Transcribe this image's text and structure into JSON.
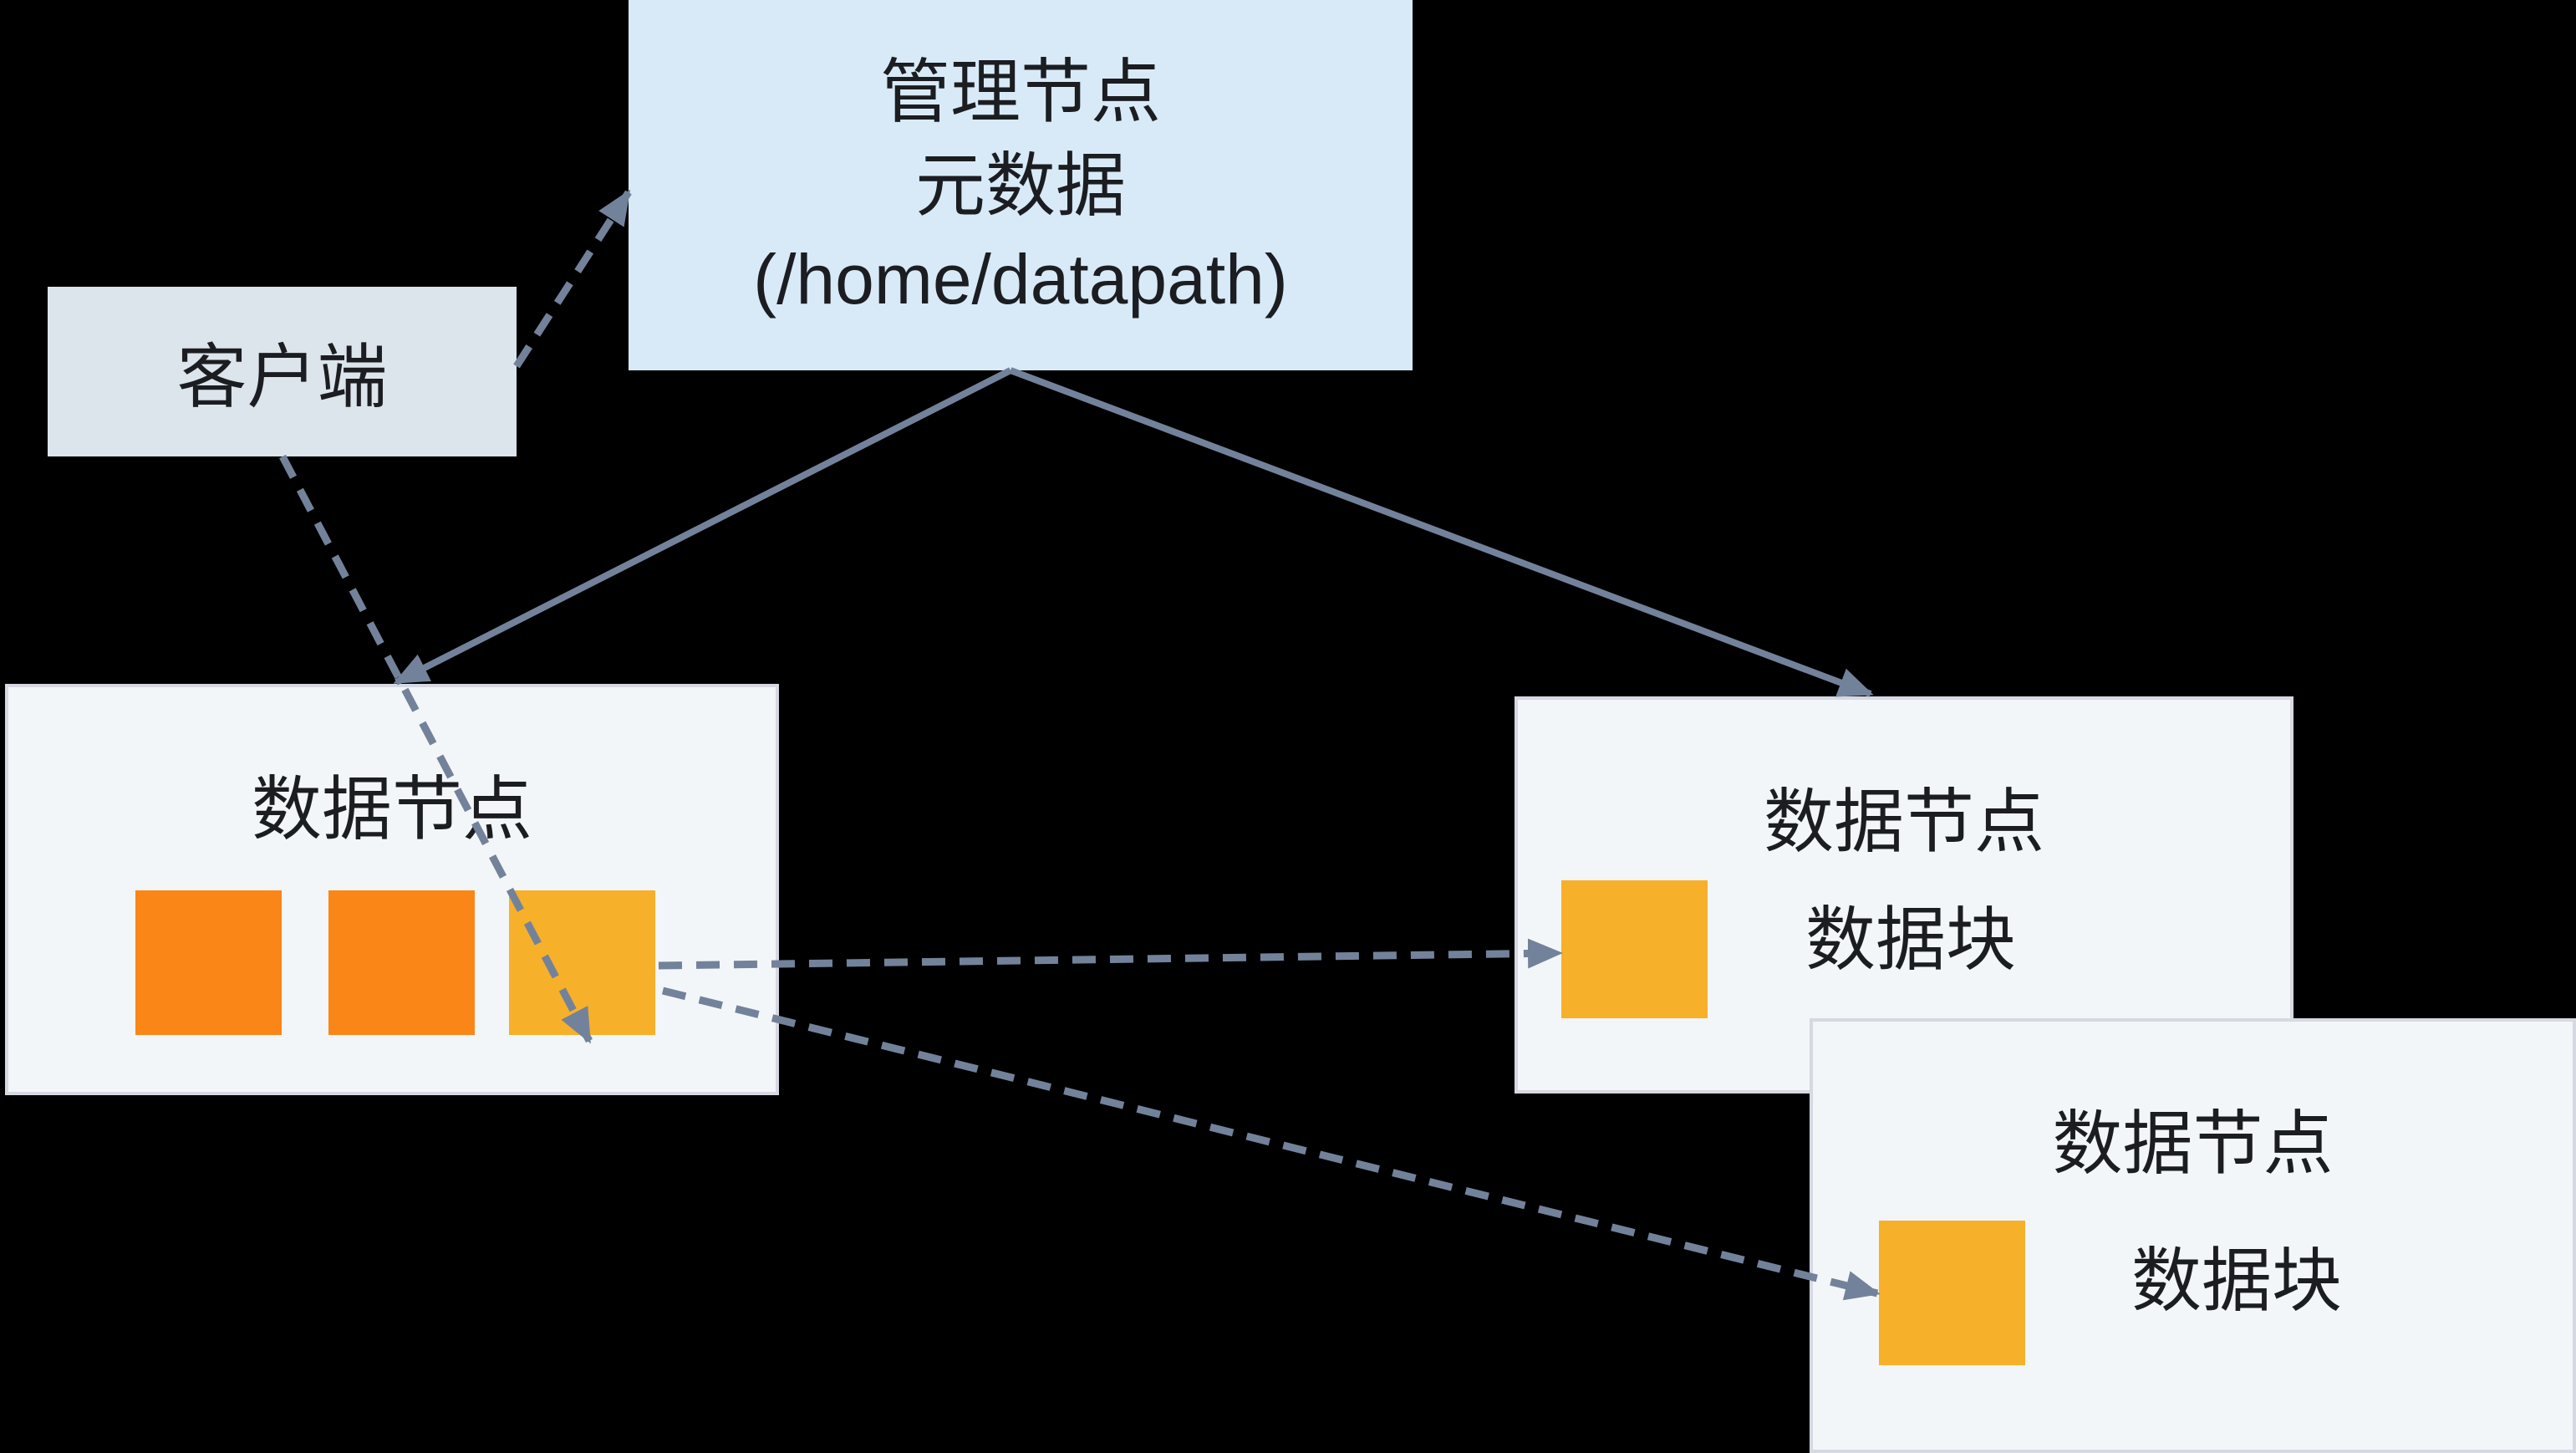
{
  "diagram": {
    "background": "#000000",
    "line_color": "#73829B",
    "text_color": "#1C1D21"
  },
  "manager_node": {
    "lines": [
      "管理节点",
      "元数据",
      "(/home/datapath)"
    ],
    "fill": "#D8EAF8"
  },
  "client_node": {
    "label": "客户端",
    "fill": "#DCE4EC"
  },
  "datanode_left": {
    "title": "数据节点",
    "fill": "#F3F6F8",
    "border_color": "#D6D8E2",
    "blocks": [
      {
        "name": "data-block-1",
        "color": "#FA8618"
      },
      {
        "name": "data-block-2",
        "color": "#FA8618"
      },
      {
        "name": "data-block-3",
        "color": "#F7B02A"
      }
    ]
  },
  "datanode_right": {
    "title": "数据节点",
    "fill": "#F3F6F8",
    "border_color": "#D6D8E2",
    "block_label": "数据块",
    "block_color": "#F7B02A"
  },
  "datanode_bottom_right": {
    "title": "数据节点",
    "fill": "#F3F6F8",
    "border_color": "#D6D8E2",
    "block_label": "数据块",
    "block_color": "#F7B02A"
  },
  "edges": [
    {
      "name": "client-to-manager",
      "style": "dashed"
    },
    {
      "name": "client-to-left-datanode-block",
      "style": "dashed"
    },
    {
      "name": "manager-to-left-datanode",
      "style": "solid"
    },
    {
      "name": "manager-to-right-datanode",
      "style": "solid"
    },
    {
      "name": "block-to-right-datanode-block",
      "style": "dashed"
    },
    {
      "name": "block-to-bottom-right-datanode-block",
      "style": "dashed"
    }
  ]
}
